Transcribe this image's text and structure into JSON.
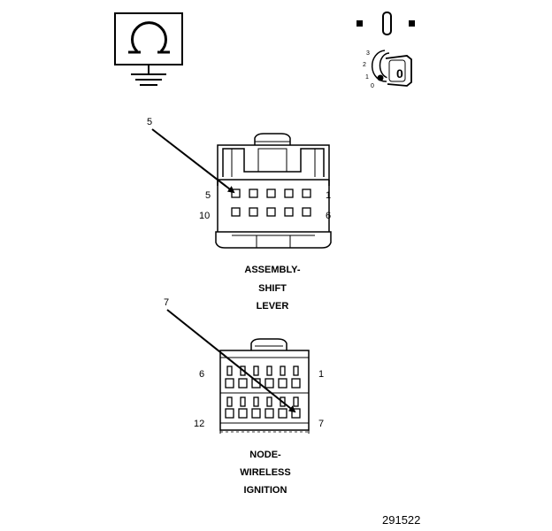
{
  "ohmmeter_icon": "ohmmeter-ground-icon",
  "ignition_icon": "ignition-key-icon",
  "ignition": {
    "pos1": "3",
    "pos2": "2",
    "pos3": "1",
    "pos4": "0",
    "key_label": "0"
  },
  "connector1": {
    "pointer_label": "5",
    "left_top": "5",
    "right_top": "1",
    "left_bottom": "10",
    "right_bottom": "6",
    "name_line1": "ASSEMBLY-",
    "name_line2": "SHIFT",
    "name_line3": "LEVER"
  },
  "connector2": {
    "pointer_label": "7",
    "left_top": "6",
    "right_top": "1",
    "left_bottom": "12",
    "right_bottom": "7",
    "name_line1": "NODE-",
    "name_line2": "WIRELESS",
    "name_line3": "IGNITION"
  },
  "figure_id": "291522"
}
